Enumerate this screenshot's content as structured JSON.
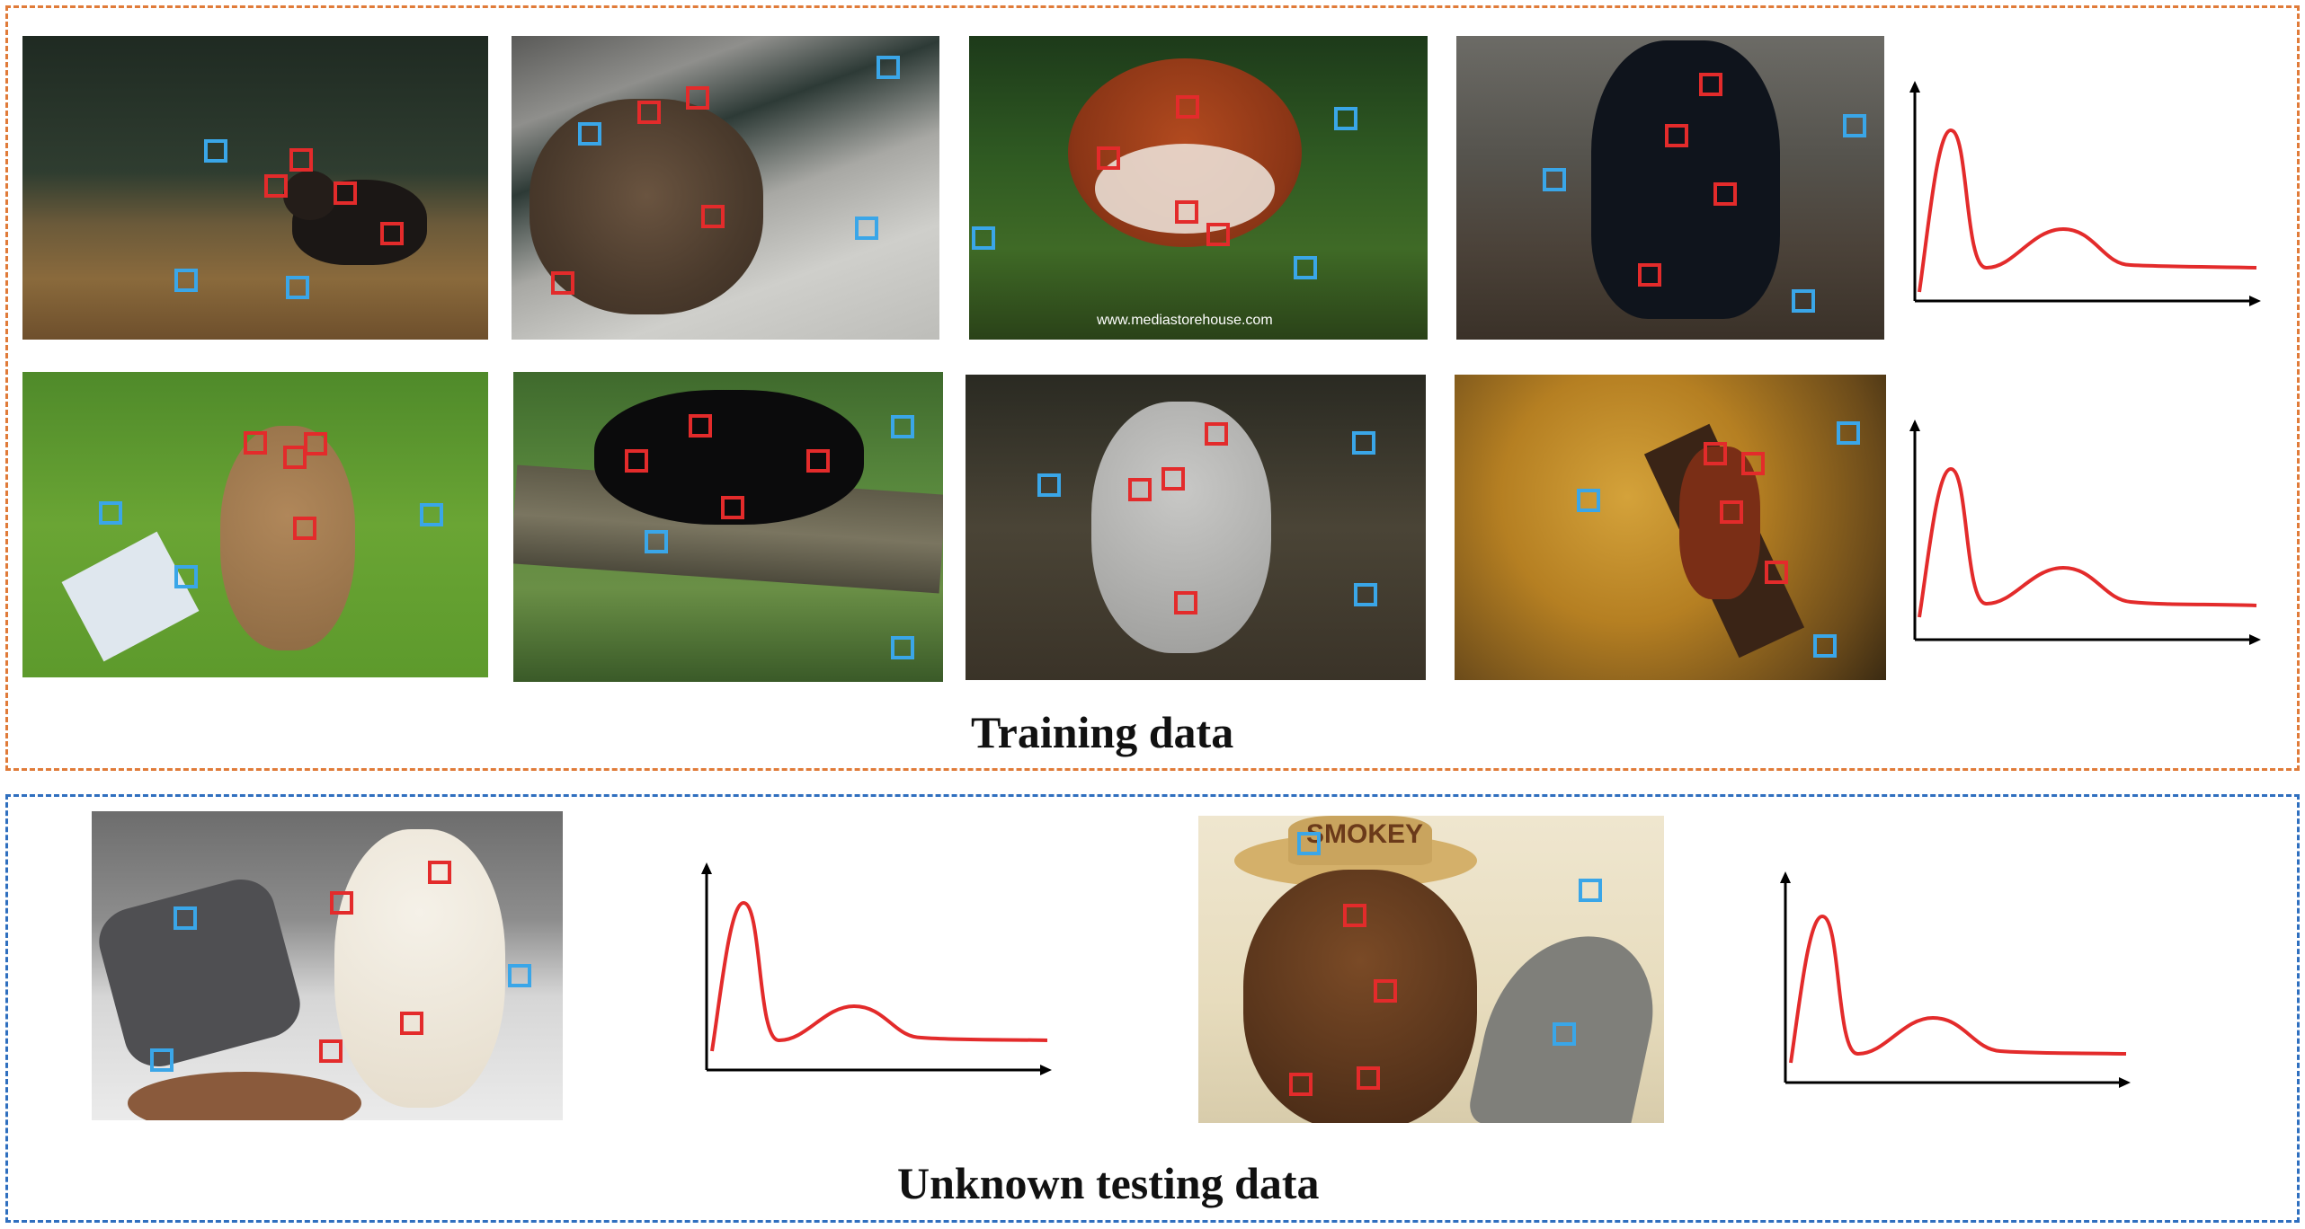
{
  "training": {
    "caption": "Training data",
    "photos": [
      {
        "name": "photo-black-bear-meadow",
        "subject": "black bear in meadow"
      },
      {
        "name": "photo-brown-bear-rock",
        "subject": "brown bear lying on rock"
      },
      {
        "name": "photo-red-panda",
        "subject": "red panda resting on moss",
        "watermark": "www.mediastorehouse.com"
      },
      {
        "name": "photo-black-bear-forest",
        "subject": "black bear in forest"
      },
      {
        "name": "photo-teddy-bear",
        "subject": "teddy bear on grass with notebook"
      },
      {
        "name": "photo-black-bear-branch",
        "subject": "black bear sleeping on branch"
      },
      {
        "name": "photo-koala",
        "subject": "koala sitting"
      },
      {
        "name": "photo-red-panda-tree",
        "subject": "red panda in autumn tree"
      }
    ]
  },
  "testing": {
    "caption": "Unknown testing data",
    "photos": [
      {
        "name": "photo-polar-bear",
        "subject": "polar bear cub in snow"
      },
      {
        "name": "photo-smokey-bear",
        "subject": "Smokey bear cartoon with shovel",
        "hat_text": "SMOKEY"
      }
    ]
  },
  "legend_colors": {
    "foreground_patch": "#e32b2b",
    "background_patch": "#3aa6e8",
    "curve": "#e32b2b",
    "train_border": "#e07b39",
    "test_border": "#2f6fbf"
  }
}
